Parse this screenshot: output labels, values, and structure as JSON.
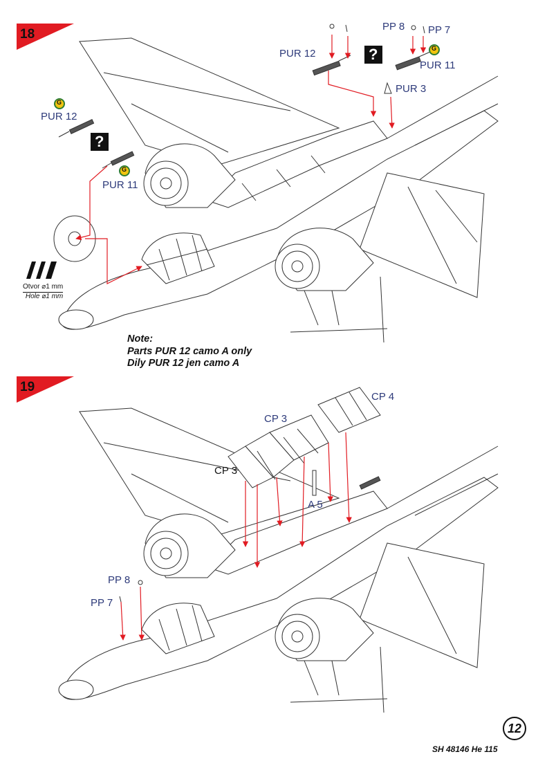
{
  "steps": {
    "a": "18",
    "b": "19"
  },
  "step18": {
    "labels": {
      "pur12_left": "PUR 12",
      "pur11_left": "PUR 11",
      "pur12_top": "PUR 12",
      "pp8_top": "PP 8",
      "pp7_top": "PP 7",
      "pur11_top": "PUR 11",
      "pur3": "PUR 3"
    },
    "badge_letter": "G",
    "question_mark": "?",
    "hole_label": {
      "cz": "Otvor ⌀1 mm",
      "en": "Hole ⌀1 mm"
    },
    "note": {
      "title": "Note:",
      "line1": "Parts PUR 12 camo A only",
      "line2": "Dily PUR 12 jen camo A"
    }
  },
  "step19": {
    "labels": {
      "cp4": "CP 4",
      "cp3_upper": "CP 3",
      "cp3_left": "CP 3",
      "a5": "A 5",
      "pp8": "PP 8",
      "pp7": "PP 7"
    }
  },
  "footer": {
    "model": "SH 48146 He 115",
    "page": "12"
  },
  "colors": {
    "accent_red": "#e11b22",
    "label_blue": "#2d3a7a",
    "line": "#333333"
  }
}
